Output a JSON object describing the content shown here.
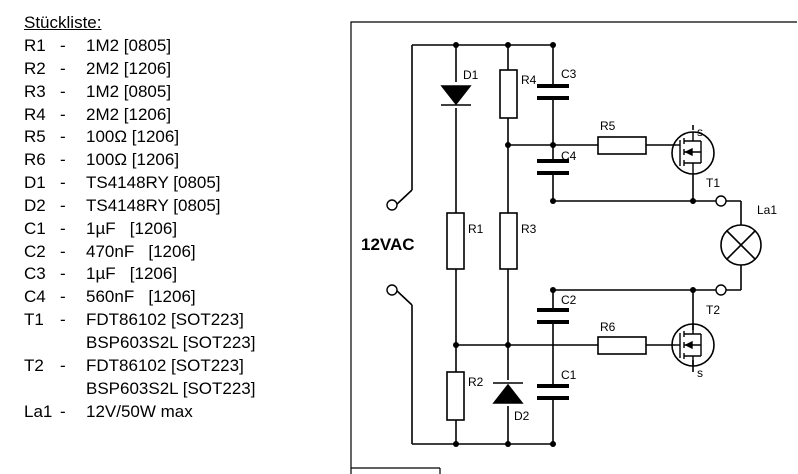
{
  "bom": {
    "title": "Stückliste:",
    "rows": [
      {
        "ref": "R1",
        "dash": "-",
        "value": "1M2 [0805]"
      },
      {
        "ref": "R2",
        "dash": "-",
        "value": "2M2 [1206]"
      },
      {
        "ref": "R3",
        "dash": "-",
        "value": "1M2 [0805]"
      },
      {
        "ref": "R4",
        "dash": "-",
        "value": "2M2 [1206]"
      },
      {
        "ref": "R5",
        "dash": "-",
        "value": "100Ω [1206]"
      },
      {
        "ref": "R6",
        "dash": "-",
        "value": "100Ω [1206]"
      },
      {
        "ref": "D1",
        "dash": "-",
        "value": "TS4148RY [0805]"
      },
      {
        "ref": "D2",
        "dash": "-",
        "value": "TS4148RY [0805]"
      },
      {
        "ref": "C1",
        "dash": "-",
        "value": "1µF   [1206]"
      },
      {
        "ref": "C2",
        "dash": "-",
        "value": "470nF   [1206]"
      },
      {
        "ref": "C3",
        "dash": "-",
        "value": "1µF   [1206]"
      },
      {
        "ref": "C4",
        "dash": "-",
        "value": "560nF   [1206]"
      },
      {
        "ref": "T1",
        "dash": "-",
        "value": "FDT86102 [SOT223]"
      },
      {
        "ref": "",
        "dash": "",
        "value": "BSP603S2L [SOT223]"
      },
      {
        "ref": "T2",
        "dash": "-",
        "value": "FDT86102 [SOT223]"
      },
      {
        "ref": "",
        "dash": "",
        "value": "BSP603S2L [SOT223]"
      },
      {
        "ref": "La1",
        "dash": "-",
        "value": "12V/50W max"
      }
    ]
  },
  "schematic": {
    "supply_label": "12VAC",
    "labels": {
      "D1": "D1",
      "R4": "R4",
      "C3": "C3",
      "R5": "R5",
      "C4": "C4",
      "T1": "T1",
      "s_top": "s",
      "La1": "La1",
      "R1": "R1",
      "R3": "R3",
      "C2": "C2",
      "T2": "T2",
      "s_bottom": "s",
      "R6": "R6",
      "R2": "R2",
      "C1": "C1",
      "D2": "D2"
    }
  }
}
